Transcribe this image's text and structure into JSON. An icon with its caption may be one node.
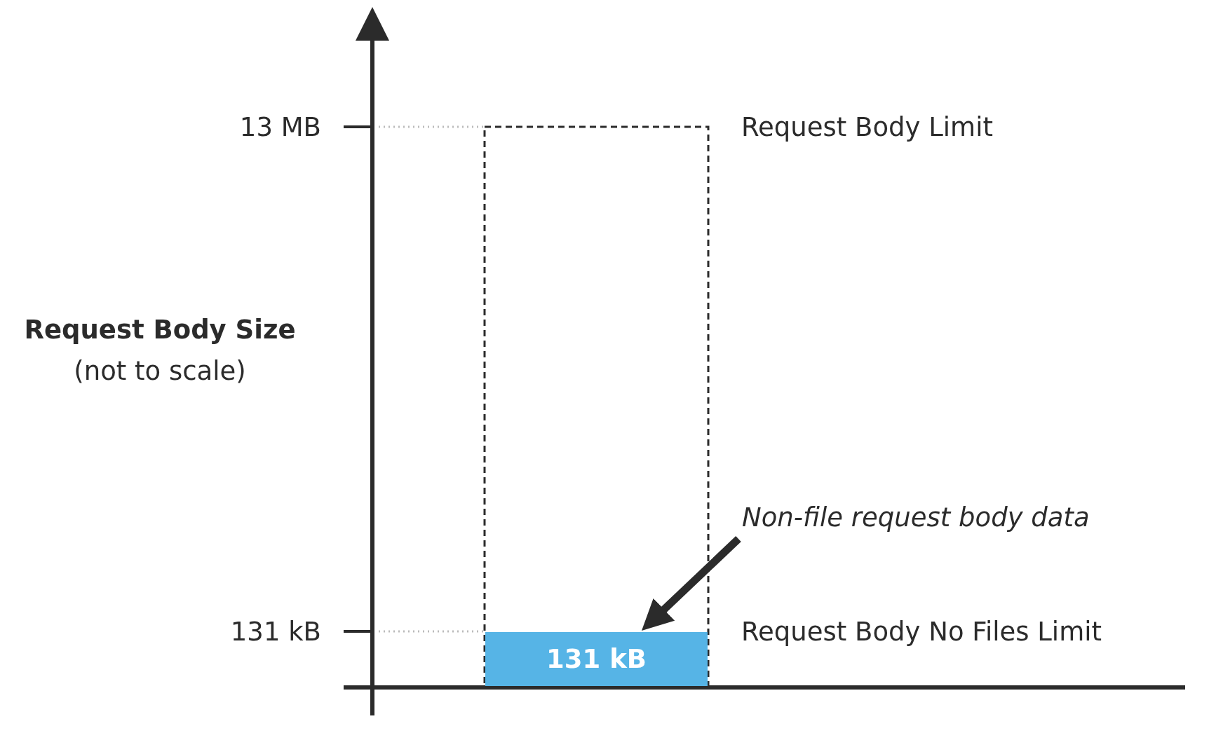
{
  "diagram": {
    "nodes": [
      {
        "text": [
          "Non-file request body data"
        ]
      },
      {
        "text": [
          "131 kB"
        ]
      }
    ],
    "edges": [
      {
        "from": 0,
        "to": 1,
        "arrow": "to"
      }
    ],
    "labels": [
      "13 MB",
      "Request Body Limit",
      "Request Body Size",
      "(not to scale)",
      "131 kB",
      "Request Body No Files Limit"
    ]
  }
}
